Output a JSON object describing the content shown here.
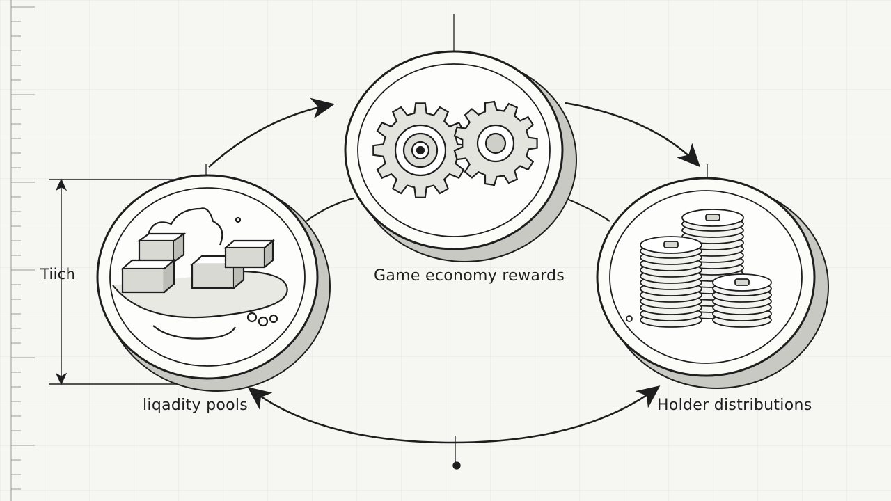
{
  "labels": {
    "left_dimension": "Tiich",
    "center_node": "Game economy rewards",
    "left_node": "liqadity pools",
    "right_node": "Holder distributions"
  },
  "nodes": [
    {
      "id": "liquidity",
      "icon": "liquid-cubes-icon"
    },
    {
      "id": "game",
      "icon": "gears-icon"
    },
    {
      "id": "holder",
      "icon": "coin-stacks-icon"
    }
  ],
  "colors": {
    "ink": "#1e1e1e",
    "paper": "#f6f6f3",
    "grid": "#e6e6e2"
  }
}
